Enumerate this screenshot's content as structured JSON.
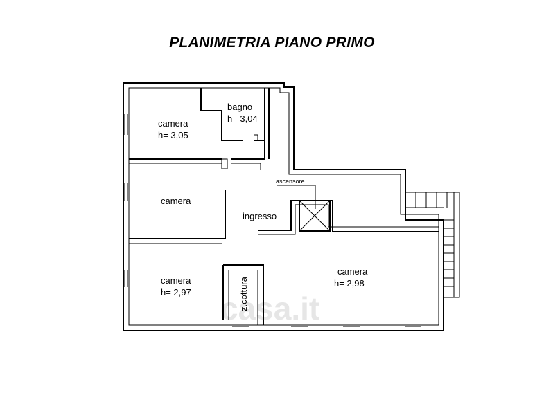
{
  "title": "PLANIMETRIA PIANO PRIMO",
  "rooms": {
    "camera1": {
      "name": "camera",
      "height": "h= 3,05"
    },
    "bagno": {
      "name": "bagno",
      "height": "h= 3,04"
    },
    "camera2": {
      "name": "camera"
    },
    "ingresso": {
      "name": "ingresso"
    },
    "ascensore": {
      "name": "ascensore"
    },
    "camera3": {
      "name": "camera",
      "height": "h= 2,97"
    },
    "cottura": {
      "name": "z.cottura"
    },
    "camera4": {
      "name": "camera",
      "height": "h= 2,98"
    }
  },
  "watermark": "casa.it"
}
